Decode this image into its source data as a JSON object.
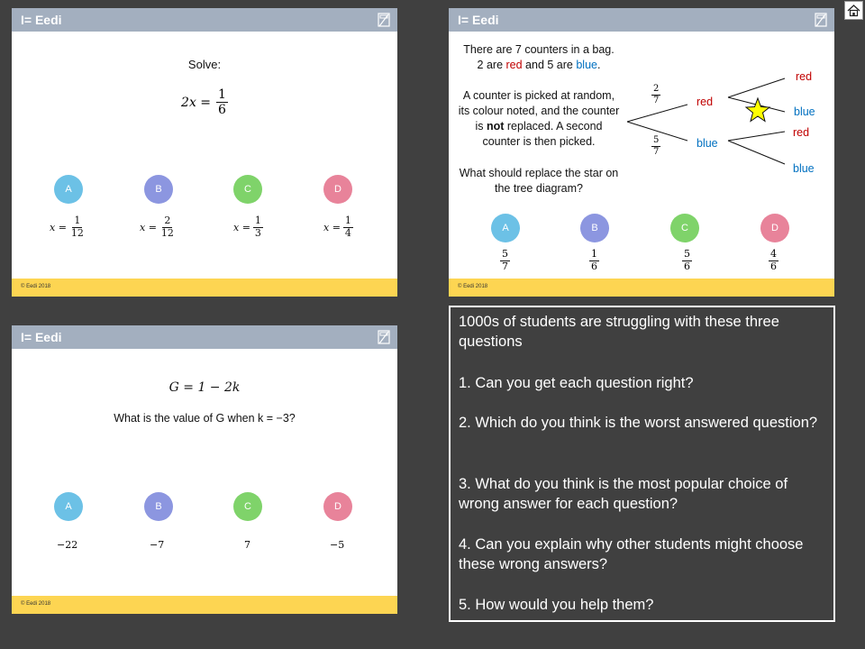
{
  "brand": "I= Eedi",
  "copyright": "© Eedi 2018",
  "card1": {
    "prompt": "Solve:",
    "equation": {
      "lhs": "2x =",
      "num": "1",
      "den": "6"
    },
    "options": [
      {
        "letter": "A",
        "color": "#6cc1e6",
        "prefix": "x =",
        "num": "1",
        "den": "12"
      },
      {
        "letter": "B",
        "color": "#8c96e0",
        "prefix": "x =",
        "num": "2",
        "den": "12"
      },
      {
        "letter": "C",
        "color": "#7fd36a",
        "prefix": "x =",
        "num": "1",
        "den": "3"
      },
      {
        "letter": "D",
        "color": "#e8839a",
        "prefix": "x =",
        "num": "1",
        "den": "4"
      }
    ]
  },
  "card2": {
    "line1": "There are 7 counters in a bag.",
    "line2_a": "2 are ",
    "line2_red": "red",
    "line2_b": " and 5 are ",
    "line2_blue": "blue",
    "line2_c": ".",
    "p2_l1": "A counter is picked at random,",
    "p2_l2": "its colour noted, and the counter",
    "p2_l3_a": "is ",
    "p2_l3_bold": "not",
    "p2_l3_b": " replaced. A second",
    "p2_l4": "counter is then picked.",
    "q_l1": "What should replace the star on",
    "q_l2": "the tree diagram?",
    "tree": {
      "first_red": "red",
      "first_blue": "blue",
      "red_num": "2",
      "red_den": "7",
      "blue_num": "5",
      "blue_den": "7",
      "rr": "red",
      "rb": "blue",
      "br": "red",
      "bb": "blue"
    },
    "options": [
      {
        "letter": "A",
        "color": "#6cc1e6",
        "num": "5",
        "den": "7"
      },
      {
        "letter": "B",
        "color": "#8c96e0",
        "num": "1",
        "den": "6"
      },
      {
        "letter": "C",
        "color": "#7fd36a",
        "num": "5",
        "den": "6"
      },
      {
        "letter": "D",
        "color": "#e8839a",
        "num": "4",
        "den": "6"
      }
    ]
  },
  "card3": {
    "equation": "G = 1 − 2k",
    "question": "What is the value of G when k = −3?",
    "options": [
      {
        "letter": "A",
        "color": "#6cc1e6",
        "value": "−22"
      },
      {
        "letter": "B",
        "color": "#8c96e0",
        "value": "−7"
      },
      {
        "letter": "C",
        "color": "#7fd36a",
        "value": "7"
      },
      {
        "letter": "D",
        "color": "#e8839a",
        "value": "−5"
      }
    ]
  },
  "panel": {
    "intro": "1000s of students are struggling with these three questions",
    "q1": "1. Can you get each question right?",
    "q2": "2. Which do you think is the worst answered question?",
    "q3": "3. What do you think is the most popular choice of wrong answer for each question?",
    "q4": "4. Can you explain why other students might choose these wrong answers?",
    "q5": "5. How would you help them?"
  },
  "icons": {
    "home": "home-icon",
    "calculator": "calculator-icon",
    "star": "star-icon"
  }
}
